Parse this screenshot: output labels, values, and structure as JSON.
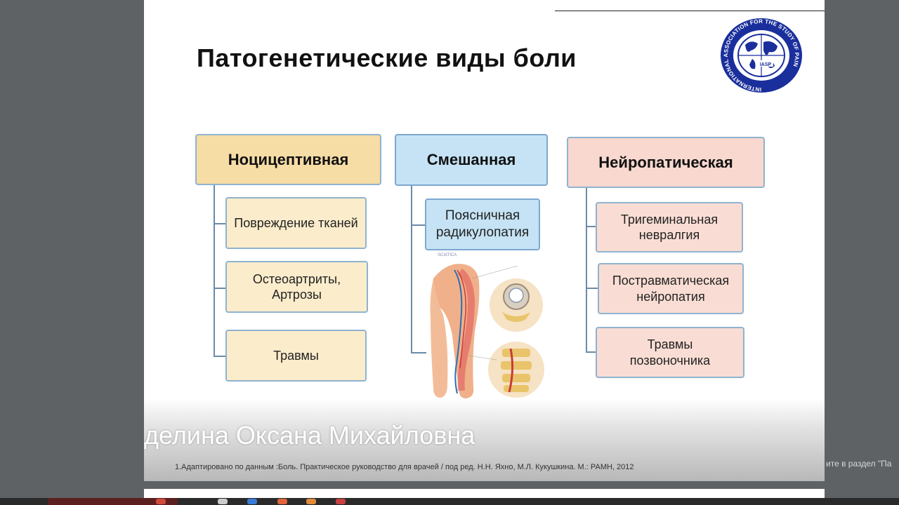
{
  "slide": {
    "title": "Патогенетические виды боли",
    "logo": {
      "ring_text": "INTERNATIONAL ASSOCIATION FOR THE STUDY OF PAIN",
      "center_text": "IASP",
      "color": "#1a2f9c"
    },
    "columns": [
      {
        "header": "Ноцицептивная",
        "items": [
          "Повреждение тканей",
          "Остеоартриты, Артрозы",
          "Травмы"
        ]
      },
      {
        "header": "Смешанная",
        "items": [
          "Поясничная радикулопатия"
        ],
        "illustration": "sciatica-anatomy-illustration"
      },
      {
        "header": "Нейропатическая",
        "items": [
          "Тригеминальная невралгия",
          "Постравматическая нейропатия",
          "Травмы позвоночника"
        ]
      }
    ],
    "footnote": "1.Адаптировано  по данным :Боль. Практическое руководство для врачей / под ред. Н.Н. Яхно, М.Л. Кукушкина. М.: РАМН, 2012",
    "colors": {
      "nociceptive": "#f6dca5",
      "mixed": "#c5e3f5",
      "neuropathic": "#f8d8cf",
      "border": "#8fb3cf"
    }
  },
  "presenter_name": "делина Оксана Михайловна",
  "side_hint": "ите в раздел \"Па"
}
